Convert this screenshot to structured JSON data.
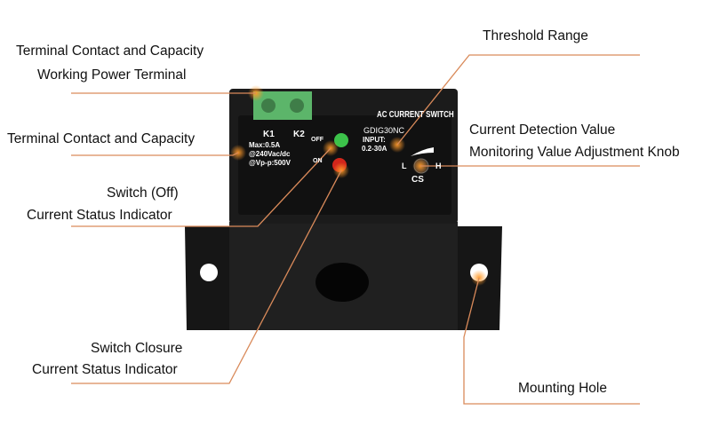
{
  "callouts": {
    "power_terminal": {
      "line1": "Terminal Contact and Capacity",
      "line2": "Working Power Terminal"
    },
    "contact_capacity": {
      "line1": "Terminal Contact and Capacity"
    },
    "switch_off": {
      "line1": "Switch (Off)",
      "line2": "Current Status Indicator"
    },
    "switch_on": {
      "line1": "Switch Closure",
      "line2": "Current Status Indicator"
    },
    "threshold": {
      "line1": "Threshold Range"
    },
    "knob": {
      "line1": "Current Detection Value",
      "line2": "Monitoring Value Adjustment Knob"
    },
    "mounting": {
      "line1": "Mounting Hole"
    }
  },
  "device": {
    "title": "AC CURRENT SWITCH",
    "model": "GDIG30NC",
    "input_label": "INPUT:",
    "input_range": "0.2-30A",
    "k1": "K1",
    "k2": "K2",
    "spec1": "Max:0.5A",
    "spec2": "@240Vac/dc",
    "spec3": "@Vp-p:500V",
    "off": "OFF",
    "on": "ON",
    "knob_low": "L",
    "knob_high": "H",
    "knob_name": "CS"
  },
  "colors": {
    "leader_line": "#d98a5a",
    "body": "#1b1b1b",
    "terminal": "#5cb56a",
    "led_green": "#3cc24a",
    "led_red": "#d2261b"
  }
}
